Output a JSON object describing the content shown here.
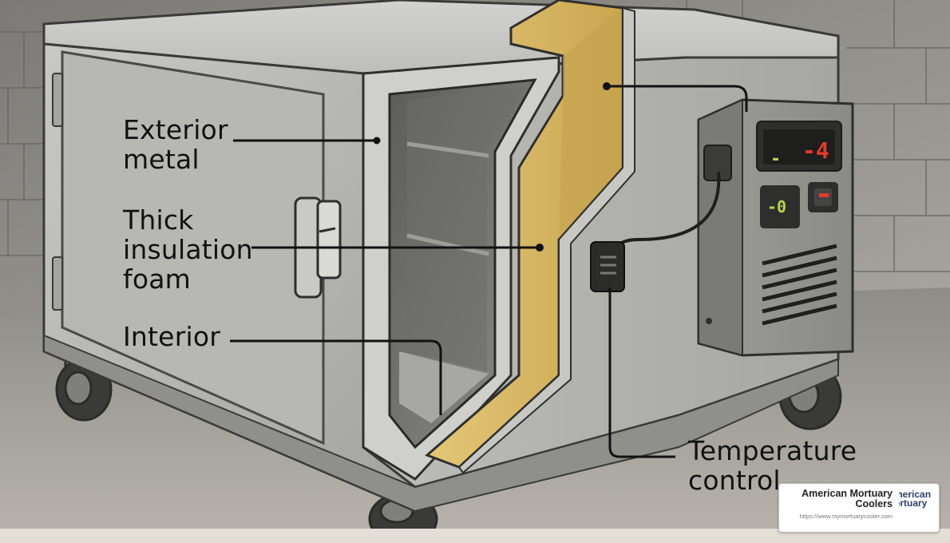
{
  "labels": {
    "exterior": [
      "Exterior",
      "metal"
    ],
    "insulation": [
      "Thick",
      "insulation",
      "foam"
    ],
    "interior": [
      "Interior"
    ],
    "temperature": [
      "Temperature",
      "control"
    ]
  },
  "display": {
    "main_reading": "-4",
    "left_indicator": "-",
    "setpoint": "-0"
  },
  "badge": {
    "name": [
      "American Mortuary",
      "Coolers"
    ],
    "url": "https://www.mymortuarycooler.com",
    "logo_lines": [
      "merican",
      "ortuary"
    ]
  },
  "colors": {
    "metal": "#b9b9b6",
    "foam": "#d8b865",
    "display_red": "#e8392a",
    "display_green": "#b5d84a"
  }
}
